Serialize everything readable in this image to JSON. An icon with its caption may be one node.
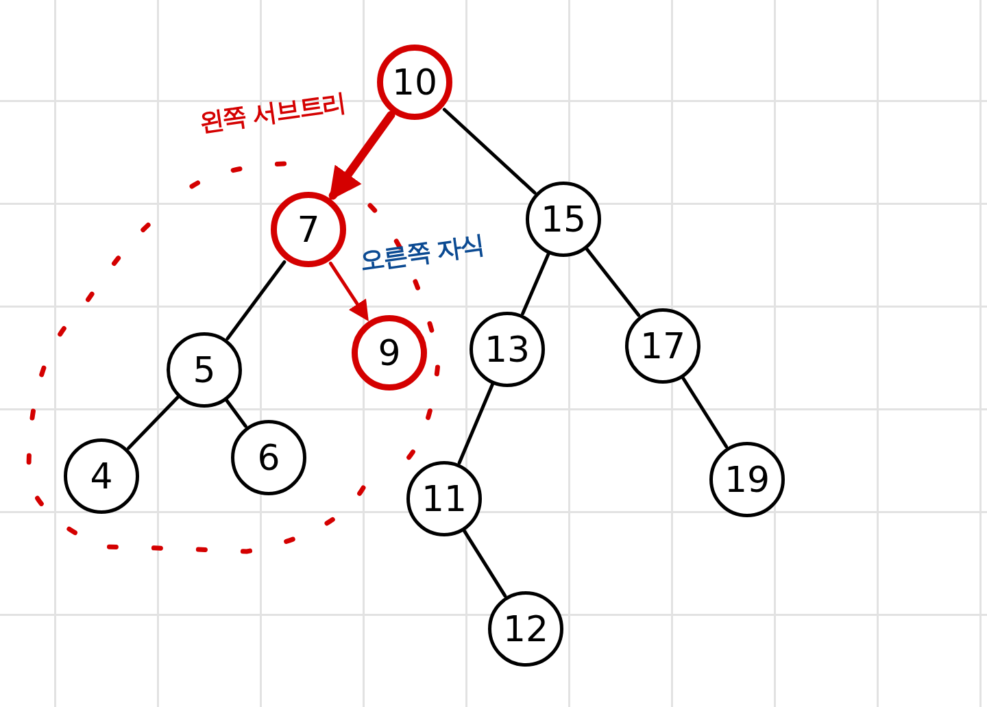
{
  "diagram": {
    "nodes": [
      {
        "text": [
          "10"
        ]
      },
      {
        "text": [
          "7"
        ]
      },
      {
        "text": [
          "15"
        ]
      },
      {
        "text": [
          "5"
        ]
      },
      {
        "text": [
          "9"
        ]
      },
      {
        "text": [
          "13"
        ]
      },
      {
        "text": [
          "17"
        ]
      },
      {
        "text": [
          "4"
        ]
      },
      {
        "text": [
          "6"
        ]
      },
      {
        "text": [
          "11"
        ]
      },
      {
        "text": [
          "19"
        ]
      },
      {
        "text": [
          "12"
        ]
      }
    ],
    "edges": [
      {
        "from": 0,
        "to": 1,
        "arrow": "to",
        "style": "thick",
        "color": "#d40000"
      },
      {
        "from": 0,
        "to": 2,
        "arrow": "none"
      },
      {
        "from": 1,
        "to": 3,
        "arrow": "none"
      },
      {
        "from": 1,
        "to": 4,
        "arrow": "to",
        "color": "#d40000"
      },
      {
        "from": 2,
        "to": 5,
        "arrow": "none"
      },
      {
        "from": 2,
        "to": 6,
        "arrow": "none"
      },
      {
        "from": 3,
        "to": 7,
        "arrow": "none"
      },
      {
        "from": 3,
        "to": 8,
        "arrow": "none"
      },
      {
        "from": 5,
        "to": 9,
        "arrow": "none"
      },
      {
        "from": 6,
        "to": 10,
        "arrow": "none"
      },
      {
        "from": 9,
        "to": 11,
        "arrow": "none"
      }
    ],
    "labels": [
      "왼쪽 서브트리",
      "오른쪽 자식"
    ]
  }
}
